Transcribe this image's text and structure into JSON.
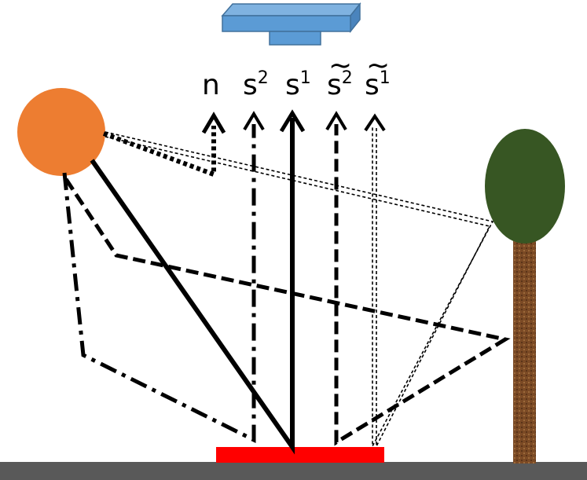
{
  "labels": {
    "n": "n",
    "s2": "s",
    "s2_sup": "2",
    "s1": "s",
    "s1_sup": "1",
    "st2": "s",
    "st2_sup": "2",
    "st1": "s",
    "st1_sup": "1",
    "tilde": "~"
  },
  "colors": {
    "sun": "#ED7D31",
    "sensor_fill": "#5B9BD5",
    "sensor_stroke": "#41719C",
    "tree_crown": "#375623",
    "tree_trunk": "#7B4A25",
    "target": "#FF0000",
    "ground": "#595959"
  },
  "icons": {
    "sun": "sun-icon",
    "sensor": "satellite-sensor-icon",
    "tree": "tree-icon"
  }
}
